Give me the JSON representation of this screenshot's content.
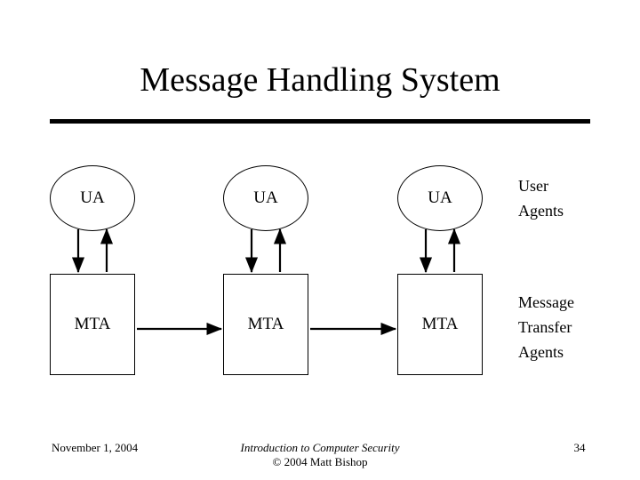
{
  "slide": {
    "title": "Message Handling System",
    "nodes": {
      "ua": [
        "UA",
        "UA",
        "UA"
      ],
      "mta": [
        "MTA",
        "MTA",
        "MTA"
      ]
    },
    "legend": {
      "user_agents_line1": "User",
      "user_agents_line2": "Agents",
      "mta_line1": "Message",
      "mta_line2": "Transfer",
      "mta_line3": "Agents"
    },
    "footer": {
      "date": "November 1, 2004",
      "center_line1": "Introduction to Computer Security",
      "center_line2": "© 2004 Matt Bishop",
      "page": "34"
    },
    "colors": {
      "ink": "#000000",
      "background": "#ffffff"
    }
  }
}
